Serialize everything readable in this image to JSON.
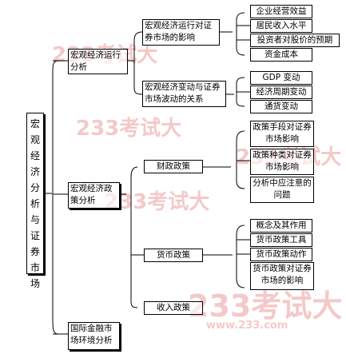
{
  "watermark": {
    "logo": "233考试大",
    "url": "www.233.com"
  },
  "root": "宏观经济分析与证券市场",
  "level1": {
    "macro_analysis": "宏观经济运行分析",
    "policy_analysis": "宏观经济政策分析",
    "international": "国际金融市场环境分析"
  },
  "level2": {
    "macro_impact": "宏观经济运行对证券市场的影响",
    "macro_change": "宏观经济变动与证券市场波动的关系",
    "fiscal": "财政政策",
    "monetary": "货币政策",
    "income": "收入政策"
  },
  "level3": {
    "macro_impact_items": [
      "企业经营效益",
      "居民收入水平",
      "投资者对股价的预期",
      "资金成本"
    ],
    "macro_change_items": [
      "GDP 变动",
      "经济周期变动",
      "通货变动"
    ],
    "fiscal_items": [
      "政策手段对证券市场影响",
      "政策种类对证券市场影响",
      "分析中应注意的问题"
    ],
    "monetary_items": [
      "概念及其作用",
      "货币政策工具",
      "货币政策动作",
      "货币政策对证券市场的影响"
    ]
  }
}
